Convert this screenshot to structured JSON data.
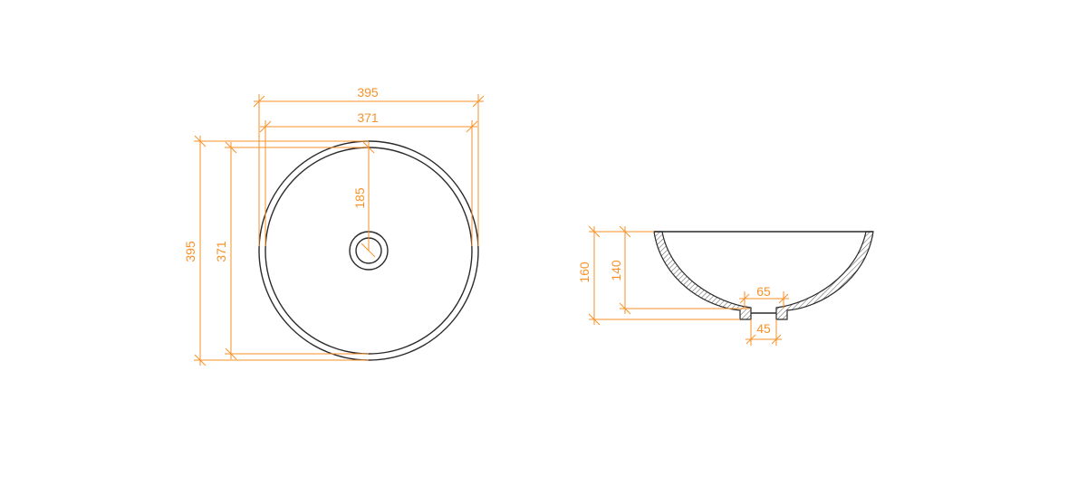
{
  "colors": {
    "dimension": "#f7922a",
    "outline": "#2b2b2b"
  },
  "top_view": {
    "width_outer": "395",
    "width_inner": "371",
    "height_outer": "395",
    "height_inner": "371",
    "radius": "185"
  },
  "side_view": {
    "height_total": "160",
    "height_inner": "140",
    "drain_top": "65",
    "drain_bottom": "45"
  }
}
